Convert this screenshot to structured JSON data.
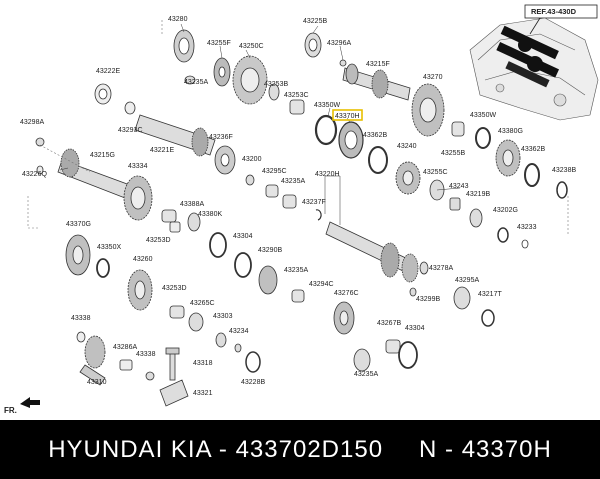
{
  "reference_label": "REF.43-430D",
  "front_marker": "FR.",
  "highlighted_part": "43370H",
  "part_labels": {
    "l43280": "43280",
    "l43225B": "43225B",
    "l43255F": "43255F",
    "l43250C": "43250C",
    "l43296A": "43296A",
    "l43222E": "43222E",
    "l43235A_a": "43235A",
    "l43215F": "43215F",
    "l43253B": "43253B",
    "l43253C": "43253C",
    "l43270": "43270",
    "l43350W_a": "43350W",
    "l43370H": "43370H",
    "l43298A": "43298A",
    "l43293C": "43293C",
    "l43362B_a": "43362B",
    "l43350W_b": "43350W",
    "l43380G": "43380G",
    "l43221E": "43221E",
    "l43236F": "43236F",
    "l43255B": "43255B",
    "l43215G": "43215G",
    "l43240": "43240",
    "l43362B_b": "43362B",
    "l43226Q": "43226Q",
    "l43334": "43334",
    "l43200": "43200",
    "l43295C": "43295C",
    "l43255C": "43255C",
    "l43238B": "43238B",
    "l43235A_b": "43235A",
    "l43220H": "43220H",
    "l43243": "43243",
    "l43219B": "43219B",
    "l43237F": "43237F",
    "l43388A": "43388A",
    "l43380K": "43380K",
    "l43202G": "43202G",
    "l43370G": "43370G",
    "l43253D_a": "43253D",
    "l43304_a": "43304",
    "l43233": "43233",
    "l43350X": "43350X",
    "l43290B": "43290B",
    "l43260": "43260",
    "l43235A_c": "43235A",
    "l43278A": "43278A",
    "l43294C": "43294C",
    "l43295A": "43295A",
    "l43253D_b": "43253D",
    "l43276C": "43276C",
    "l43299B": "43299B",
    "l43217T": "43217T",
    "l43265C": "43265C",
    "l43338_a": "43338",
    "l43303": "43303",
    "l43267B": "43267B",
    "l43304_b": "43304",
    "l43286A": "43286A",
    "l43234": "43234",
    "l43338_b": "43338",
    "l43318": "43318",
    "l43235A_d": "43235A",
    "l43310": "43310",
    "l43228B": "43228B",
    "l43321": "43321"
  },
  "footer": {
    "brand": "HYUNDAI  KIA - 433702D150",
    "ref": "N - 43370H"
  }
}
